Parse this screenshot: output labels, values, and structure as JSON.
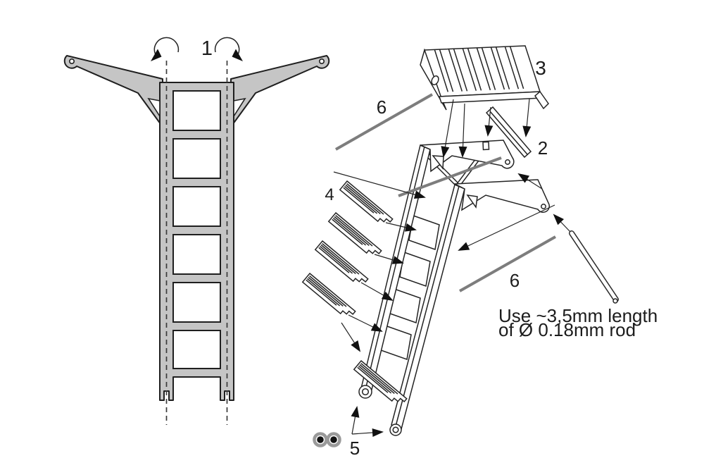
{
  "diagram": {
    "step_label": "1",
    "parts": {
      "p2": "2",
      "p3": "3",
      "p4": "4",
      "p5": "5",
      "p6_upper": "6",
      "p6_lower": "6"
    },
    "note": {
      "line1": "Use ~3,5mm length",
      "line2": "of Ø 0.18mm rod"
    },
    "colors": {
      "background": "#ffffff",
      "outline": "#2b2b2b",
      "part_fill": "#c5c5c5",
      "rod_gray": "#7d7d7d",
      "wheel_ring": "#9a9a9a",
      "wheel_core": "#141414"
    }
  }
}
